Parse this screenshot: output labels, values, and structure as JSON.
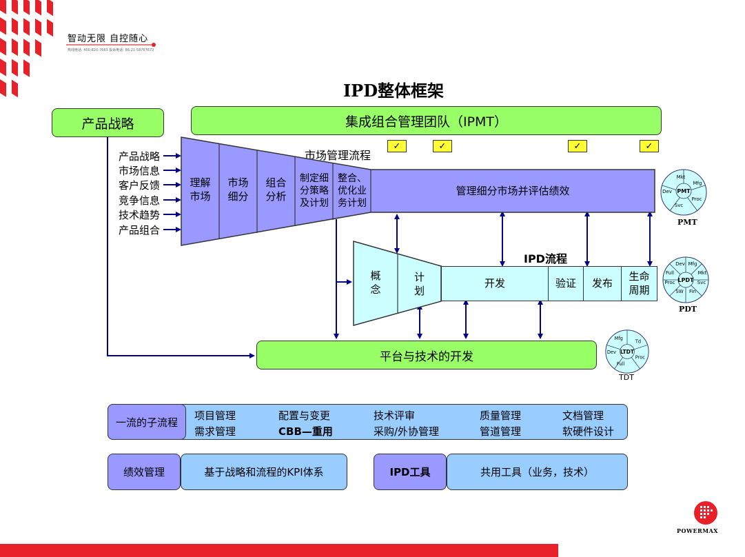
{
  "header": {
    "slogan": "智动无限 自控随心",
    "contact_line": "热线电话: 400-820-7663  投诉电话: 86-21-58767672"
  },
  "title": "IPD整体框架",
  "strategy_box": "产品战略",
  "ipmt_box": "集成组合管理团队（IPMT）",
  "market_flow_label": "市场管理流程",
  "inputs": [
    "产品战略",
    "市场信息",
    "客户反馈",
    "竞争信息",
    "技术趋势",
    "产品组合"
  ],
  "funnel_cells": [
    [
      "理解",
      "市场"
    ],
    [
      "市场",
      "细分"
    ],
    [
      "组合",
      "分析"
    ],
    [
      "制定细",
      "分策略",
      "及计划"
    ],
    [
      "整合、",
      "优化业",
      "务计划"
    ]
  ],
  "manage_bar": "管理细分市场并评估绩效",
  "ipd_flow_label": "IPD流程",
  "ipd_phases": {
    "concept": [
      "概",
      "念"
    ],
    "plan": [
      "计",
      "划"
    ],
    "develop": "开发",
    "verify": "验证",
    "release": "发布",
    "lifecycle": [
      "生命",
      "周期"
    ]
  },
  "platform_box": "平台与技术的开发",
  "wheels": {
    "pmt": {
      "center": "PMT",
      "caption": "PMT",
      "segments": [
        "Mkt",
        "Mfg",
        "Proc",
        "Svc",
        "Dev"
      ]
    },
    "pdt": {
      "center": "LPDT",
      "caption": "PDT",
      "segments": [
        "Dev",
        "Mfg",
        "Mkt",
        "Svc",
        "Fin",
        "SW",
        "Proc",
        "Full"
      ]
    },
    "tdt": {
      "center": "LTDT",
      "caption": "TDT",
      "segments": [
        "Mfg",
        "Td",
        "Proc",
        "Full",
        "Dev"
      ]
    }
  },
  "subprocess": {
    "label": "一流的子流程",
    "items": [
      [
        "项目管理",
        "配置与变更",
        "技术评审",
        "质量管理",
        "文档管理"
      ],
      [
        "需求管理",
        "CBB—重用",
        "采购/外协管理",
        "管道管理",
        "软硬件设计"
      ]
    ]
  },
  "performance": {
    "label": "绩效管理",
    "content": "基于战略和流程的KPI体系"
  },
  "tools": {
    "label": "IPD工具",
    "content": "共用工具（业务，技术）"
  },
  "logo_text": "POWERMAX",
  "colors": {
    "green": "#99ff66",
    "purple": "#9999ff",
    "light_blue": "#99ccff",
    "cyan": "#ccffff",
    "red": "#e8202a",
    "arrow_blue": "#00008b",
    "check_yellow": "#ffff33"
  }
}
